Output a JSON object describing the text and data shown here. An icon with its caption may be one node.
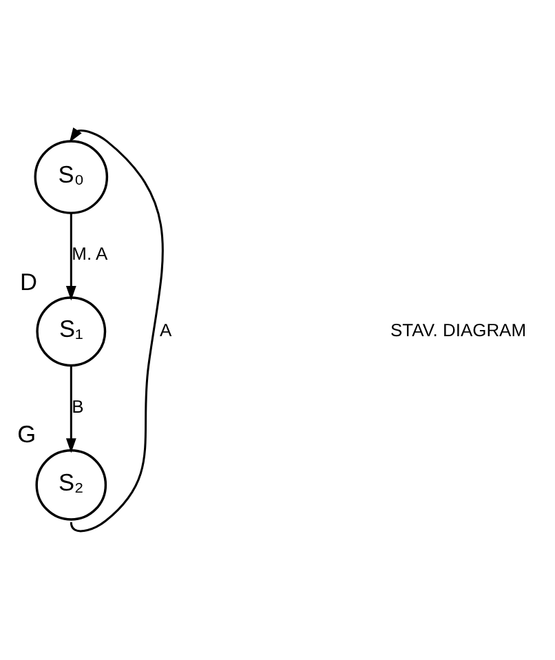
{
  "diagram": {
    "nodes": [
      {
        "text": [
          "S₀"
        ]
      },
      {
        "text": [
          "S₁"
        ],
        "beside": [
          "D"
        ]
      },
      {
        "text": [
          "S₂"
        ],
        "beside": [
          "G"
        ]
      }
    ],
    "edges": [
      {
        "from": 0,
        "to": 1,
        "arrow": "to",
        "label": "M. A"
      },
      {
        "from": 1,
        "to": 2,
        "arrow": "to",
        "label": "B"
      },
      {
        "from": 2,
        "to": 0,
        "arrow": "to",
        "label": "A"
      }
    ],
    "labels": [
      "STAV. DIAGRAM"
    ]
  }
}
